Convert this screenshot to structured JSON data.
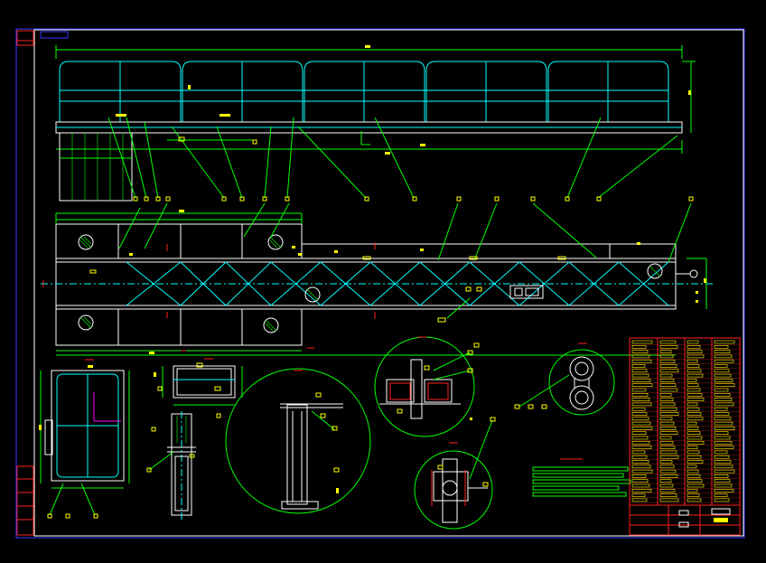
{
  "colors": {
    "background": "#000000",
    "frame": "#3a3aff",
    "geometry": "#00ff00",
    "centerline": "#00ffff",
    "dimension_tags": "#ffff00",
    "section_marks": "#ff2020",
    "title_block": "#ff2020",
    "annotations": "#ff00ff"
  },
  "drawing": {
    "type": "cad-assembly-drawing",
    "views": [
      "elevation",
      "plan",
      "section-details",
      "bill-of-materials",
      "title-block"
    ]
  }
}
